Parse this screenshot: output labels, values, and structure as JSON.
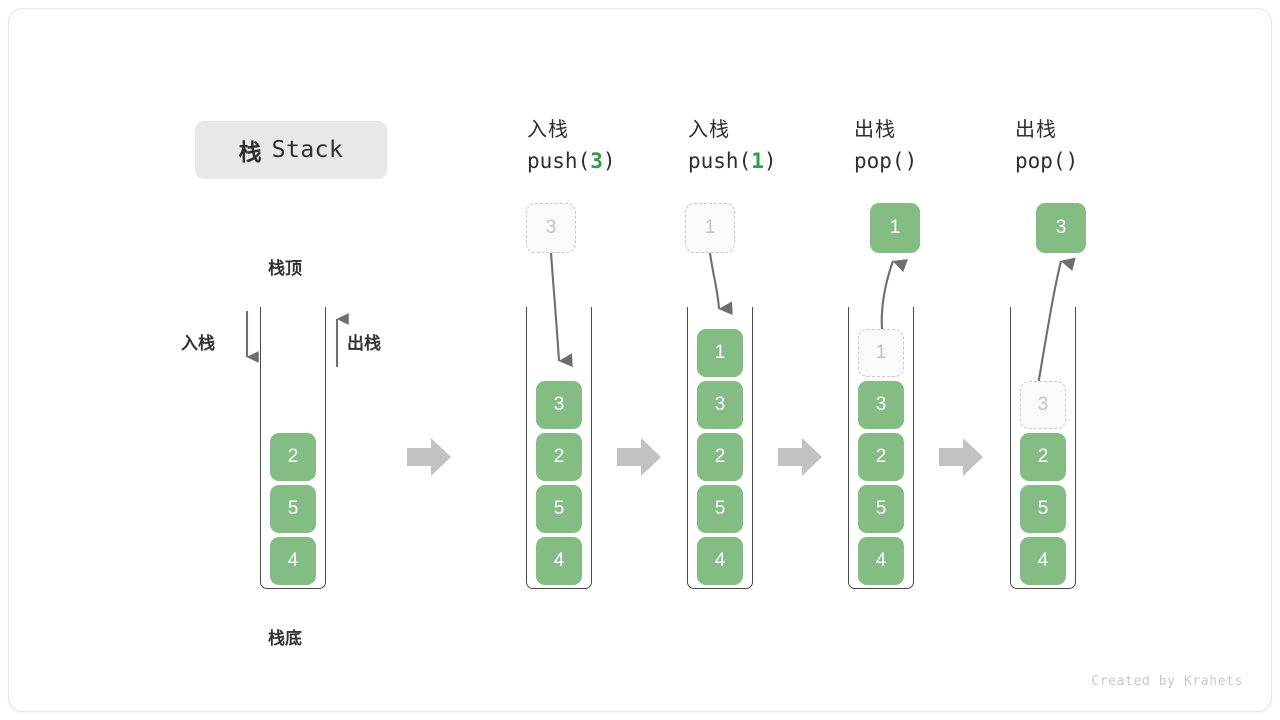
{
  "title": {
    "cjk": "栈",
    "latin": "Stack"
  },
  "labels": {
    "top": "栈顶",
    "bottom": "栈底",
    "push": "入栈",
    "pop": "出栈"
  },
  "colors": {
    "element_green": "#84bd84",
    "ghost_fill": "#fafafa",
    "ghost_border": "#c9c9c9",
    "ghost_text": "#c4c4c4",
    "container_stroke": "#4a4a4a",
    "arrow_gray": "#b5b5b5",
    "motion_arrow": "#6e6e6e",
    "accent_arg": "#2f9e44",
    "badge_bg": "#e8e8e8",
    "text_dark": "#2e2e2e"
  },
  "initial_stack": {
    "name": "initial",
    "elements": [
      "2",
      "5",
      "4"
    ],
    "top_label": "栈顶",
    "bottom_label": "栈底",
    "push_label": "入栈",
    "pop_label": "出栈"
  },
  "steps": [
    {
      "id": "push-3",
      "op": "push",
      "head_cjk": "入栈",
      "head_code_pre": "push(",
      "head_code_arg": "3",
      "head_code_post": ")",
      "floating": {
        "value": "3",
        "style": "ghost"
      },
      "stack": [
        "4",
        "5",
        "2",
        "3"
      ],
      "ghost_top": null
    },
    {
      "id": "push-1",
      "op": "push",
      "head_cjk": "入栈",
      "head_code_pre": "push(",
      "head_code_arg": "1",
      "head_code_post": ")",
      "floating": {
        "value": "1",
        "style": "ghost"
      },
      "stack": [
        "4",
        "5",
        "2",
        "3",
        "1"
      ],
      "ghost_top": null
    },
    {
      "id": "pop-1",
      "op": "pop",
      "head_cjk": "出栈",
      "head_code_pre": "pop(",
      "head_code_arg": "",
      "head_code_post": ")",
      "floating": {
        "value": "1",
        "style": "solid"
      },
      "stack": [
        "4",
        "5",
        "2",
        "3"
      ],
      "ghost_top": "1"
    },
    {
      "id": "pop-3",
      "op": "pop",
      "head_cjk": "出栈",
      "head_code_pre": "pop(",
      "head_code_arg": "",
      "head_code_post": ")",
      "floating": {
        "value": "3",
        "style": "solid"
      },
      "stack": [
        "4",
        "5",
        "2"
      ],
      "ghost_top": "3"
    }
  ],
  "footer": "Created by Krahets"
}
